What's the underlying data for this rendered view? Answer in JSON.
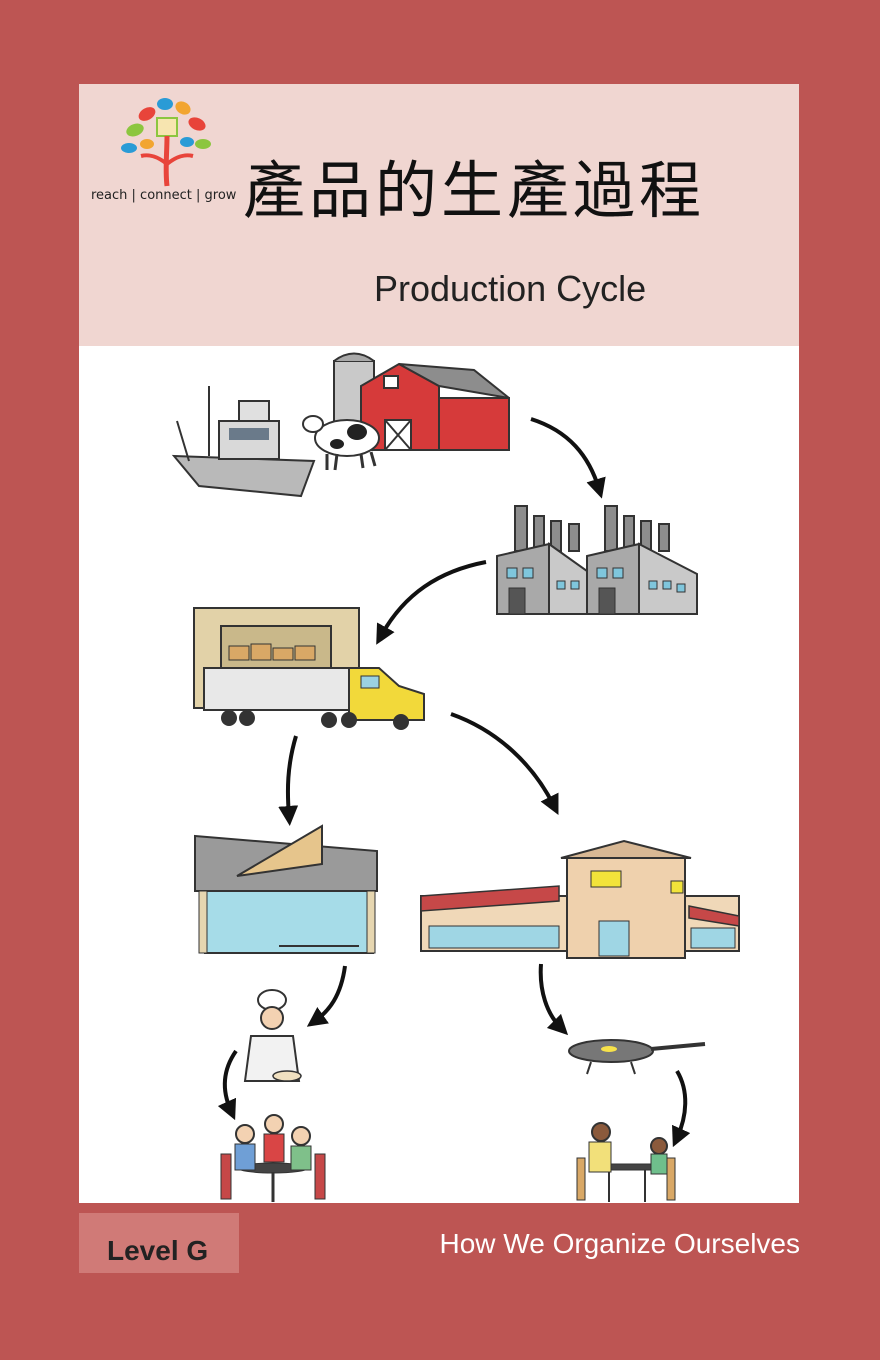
{
  "cover": {
    "logo_icon": "tree-people-logo-icon",
    "tagline": "reach | connect | grow",
    "title_zh": "產品的生產過程",
    "title_en": "Production Cycle",
    "level": "Level G",
    "theme": "How We Organize Ourselves"
  },
  "illustration": {
    "icons": [
      "boat-icon",
      "farm-barn-icon",
      "cow-icon",
      "factory-icon",
      "warehouse-truck-icon",
      "restaurant-icon",
      "shopping-mall-icon",
      "chef-icon",
      "frying-pan-icon",
      "family-dining-icon",
      "home-dining-icon",
      "arrow-icon"
    ]
  },
  "colors": {
    "border": "#bd5553",
    "header_bg": "#f0d6d1",
    "level_box": "#d07a77"
  }
}
